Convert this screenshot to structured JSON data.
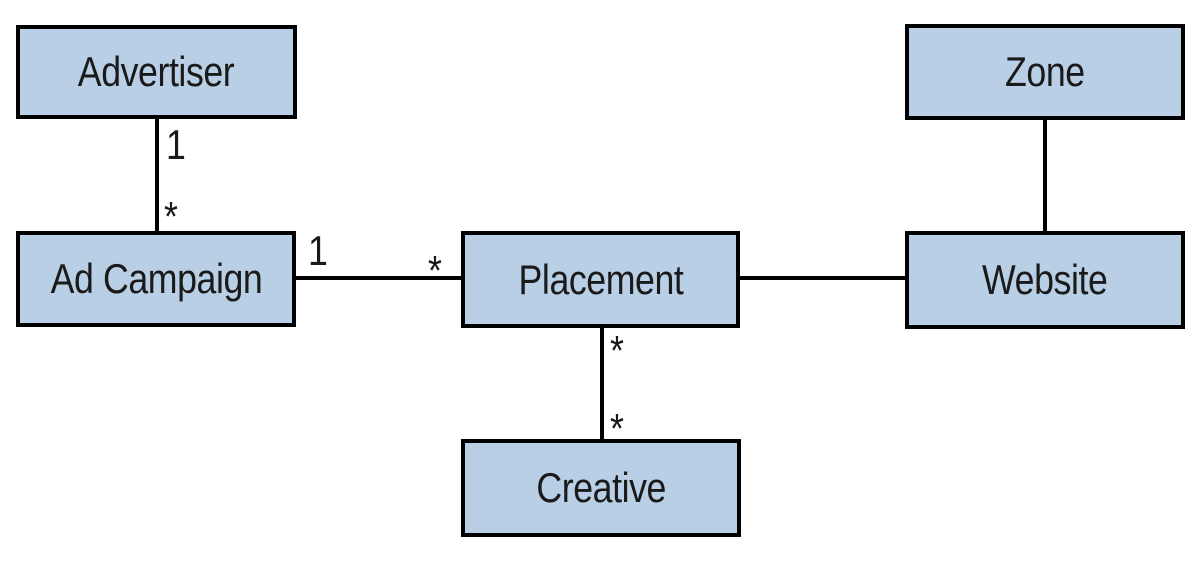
{
  "diagram": {
    "type": "entity-relationship",
    "entities": {
      "advertiser": {
        "label": "Advertiser"
      },
      "zone": {
        "label": "Zone"
      },
      "ad_campaign": {
        "label": "Ad Campaign"
      },
      "placement": {
        "label": "Placement"
      },
      "website": {
        "label": "Website"
      },
      "creative": {
        "label": "Creative"
      }
    },
    "relationships": [
      {
        "from": "Advertiser",
        "to": "Ad Campaign",
        "from_multiplicity": "1",
        "to_multiplicity": "*"
      },
      {
        "from": "Ad Campaign",
        "to": "Placement",
        "from_multiplicity": "1",
        "to_multiplicity": "*"
      },
      {
        "from": "Placement",
        "to": "Creative",
        "from_multiplicity": "*",
        "to_multiplicity": "*"
      },
      {
        "from": "Placement",
        "to": "Website",
        "from_multiplicity": "",
        "to_multiplicity": ""
      },
      {
        "from": "Zone",
        "to": "Website",
        "from_multiplicity": "",
        "to_multiplicity": ""
      }
    ],
    "colors": {
      "box_fill": "#b9cfe6",
      "box_border": "#000000",
      "line": "#000000",
      "text": "#1a1a1a",
      "background": "#ffffff"
    }
  }
}
